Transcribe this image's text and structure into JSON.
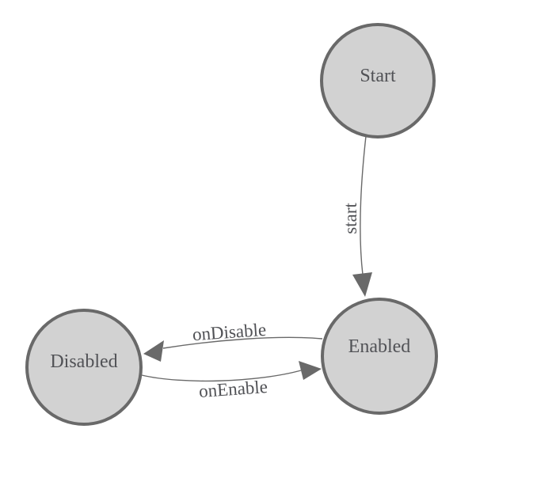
{
  "diagram": {
    "type": "state-machine",
    "background_color": "#ffffff",
    "node_fill_color": "#d2d2d2",
    "node_border_color": "#696969",
    "edge_color": "#696969",
    "label_color": "#515256",
    "nodes": {
      "start": {
        "label": "Start"
      },
      "enabled": {
        "label": "Enabled"
      },
      "disabled": {
        "label": "Disabled"
      }
    },
    "edges": {
      "start_to_enabled": {
        "from": "Start",
        "to": "Enabled",
        "label": "start"
      },
      "enabled_to_disabled": {
        "from": "Enabled",
        "to": "Disabled",
        "label": "onDisable"
      },
      "disabled_to_enabled": {
        "from": "Disabled",
        "to": "Enabled",
        "label": "onEnable"
      }
    }
  }
}
